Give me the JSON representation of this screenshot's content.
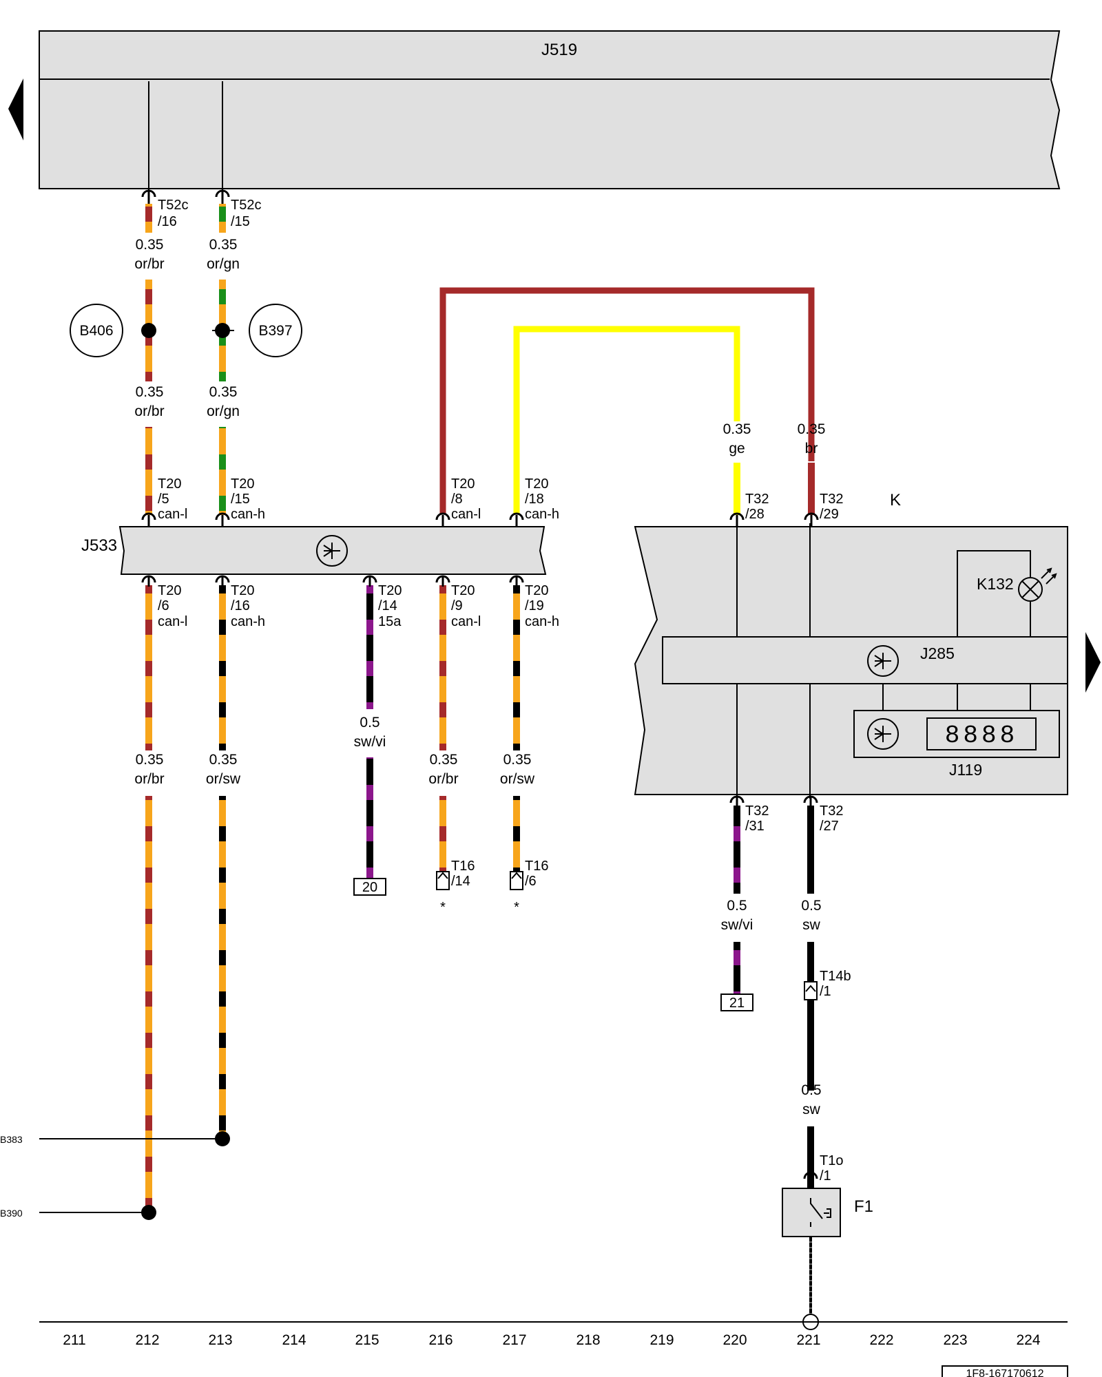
{
  "components": {
    "j519": "J519",
    "j533": "J533",
    "k": "K",
    "k132": "K132",
    "j285": "J285",
    "j119": "J119",
    "f1": "F1",
    "b406": "B406",
    "b397": "B397",
    "b383": "B383",
    "b390": "B390"
  },
  "display_digits": "8888",
  "wires": {
    "w1": {
      "size": "0.35",
      "color": "or/br"
    },
    "w2": {
      "size": "0.35",
      "color": "or/gn"
    },
    "w3": {
      "size": "0.35",
      "color": "or/br"
    },
    "w4": {
      "size": "0.35",
      "color": "or/gn"
    },
    "w5": {
      "size": "0.35",
      "color": "ge"
    },
    "w6": {
      "size": "0.35",
      "color": "br"
    },
    "w7": {
      "size": "0.35",
      "color": "or/br"
    },
    "w8": {
      "size": "0.35",
      "color": "or/sw"
    },
    "w9": {
      "size": "0.5",
      "color": "sw/vi"
    },
    "w10": {
      "size": "0.35",
      "color": "or/br"
    },
    "w11": {
      "size": "0.35",
      "color": "or/sw"
    },
    "w12": {
      "size": "0.5",
      "color": "sw/vi"
    },
    "w13": {
      "size": "0.5",
      "color": "sw"
    },
    "w14": {
      "size": "0.5",
      "color": "sw"
    }
  },
  "pins": {
    "p1": {
      "conn": "T52c",
      "pin": "/16"
    },
    "p2": {
      "conn": "T52c",
      "pin": "/15"
    },
    "p3": {
      "conn": "T20",
      "pin": "/5",
      "signal": "can-l"
    },
    "p4": {
      "conn": "T20",
      "pin": "/15",
      "signal": "can-h"
    },
    "p5": {
      "conn": "T20",
      "pin": "/8",
      "signal": "can-l"
    },
    "p6": {
      "conn": "T20",
      "pin": "/18",
      "signal": "can-h"
    },
    "p7": {
      "conn": "T32",
      "pin": "/28"
    },
    "p8": {
      "conn": "T32",
      "pin": "/29"
    },
    "p9": {
      "conn": "T20",
      "pin": "/6",
      "signal": "can-l"
    },
    "p10": {
      "conn": "T20",
      "pin": "/16",
      "signal": "can-h"
    },
    "p11": {
      "conn": "T20",
      "pin": "/14",
      "signal": "15a"
    },
    "p12": {
      "conn": "T20",
      "pin": "/9",
      "signal": "can-l"
    },
    "p13": {
      "conn": "T20",
      "pin": "/19",
      "signal": "can-h"
    },
    "p14": {
      "conn": "T16",
      "pin": "/14"
    },
    "p15": {
      "conn": "T16",
      "pin": "/6"
    },
    "p16": {
      "conn": "T32",
      "pin": "/31"
    },
    "p17": {
      "conn": "T32",
      "pin": "/27"
    },
    "p18": {
      "conn": "T14b",
      "pin": "/1"
    },
    "p19": {
      "conn": "T1o",
      "pin": "/1"
    }
  },
  "refs": {
    "r20": "20",
    "r21": "21"
  },
  "asterisks": [
    "*",
    "*"
  ],
  "ruler": [
    "211",
    "212",
    "213",
    "214",
    "215",
    "216",
    "217",
    "218",
    "219",
    "220",
    "221",
    "222",
    "223",
    "224"
  ],
  "doc_id": "1F8-167170612",
  "colors": {
    "orange": "#f7a51b",
    "brown": "#a52a2a",
    "green": "#1a8f1a",
    "yellow": "#ffff00",
    "violet": "#8b168b",
    "black": "#000000",
    "box_fill": "#e0e0e0"
  }
}
